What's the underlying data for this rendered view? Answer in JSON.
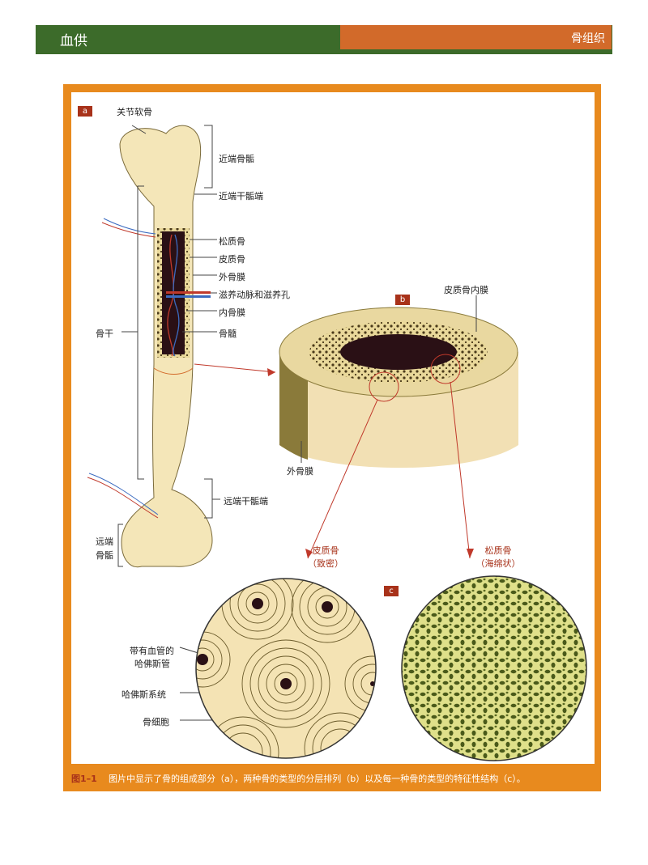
{
  "header": {
    "left_title": "血供",
    "right_title": "骨组织"
  },
  "panels": {
    "a": "a",
    "b": "b",
    "c": "c"
  },
  "labels_a": {
    "articular_cartilage": "关节软骨",
    "proximal_epiphysis": "近端骨骺",
    "proximal_metaphysis": "近端干骺端",
    "spongy_bone": "松质骨",
    "compact_bone": "皮质骨",
    "periosteum": "外骨膜",
    "nutrient": "滋养动脉和滋养孔",
    "endosteum": "内骨膜",
    "marrow": "骨髓",
    "diaphysis": "骨干",
    "distal_metaphysis": "远端干骺端",
    "distal_epiphysis_1": "远端",
    "distal_epiphysis_2": "骨骺"
  },
  "labels_b": {
    "endosteum_cortical": "皮质骨内膜",
    "periosteum": "外骨膜"
  },
  "labels_c": {
    "compact_1": "皮质骨",
    "compact_2": "（致密）",
    "spongy_1": "松质骨",
    "spongy_2": "（海绵状）",
    "haversian_canal_1": "带有血管的",
    "haversian_canal_2": "哈佛斯管",
    "haversian_system": "哈佛斯系统",
    "osteocyte": "骨细胞"
  },
  "caption": {
    "figure": "图1–1",
    "text": "图片中显示了骨的组成部分（a），两种骨的类型的分层排列（b）以及每一种骨的类型的特征性结构（c）。"
  },
  "colors": {
    "green": "#3c6b2a",
    "orange": "#d26a2a",
    "frame": "#e88a1e",
    "red": "#a8321a",
    "bone": "#f4e6b8"
  }
}
